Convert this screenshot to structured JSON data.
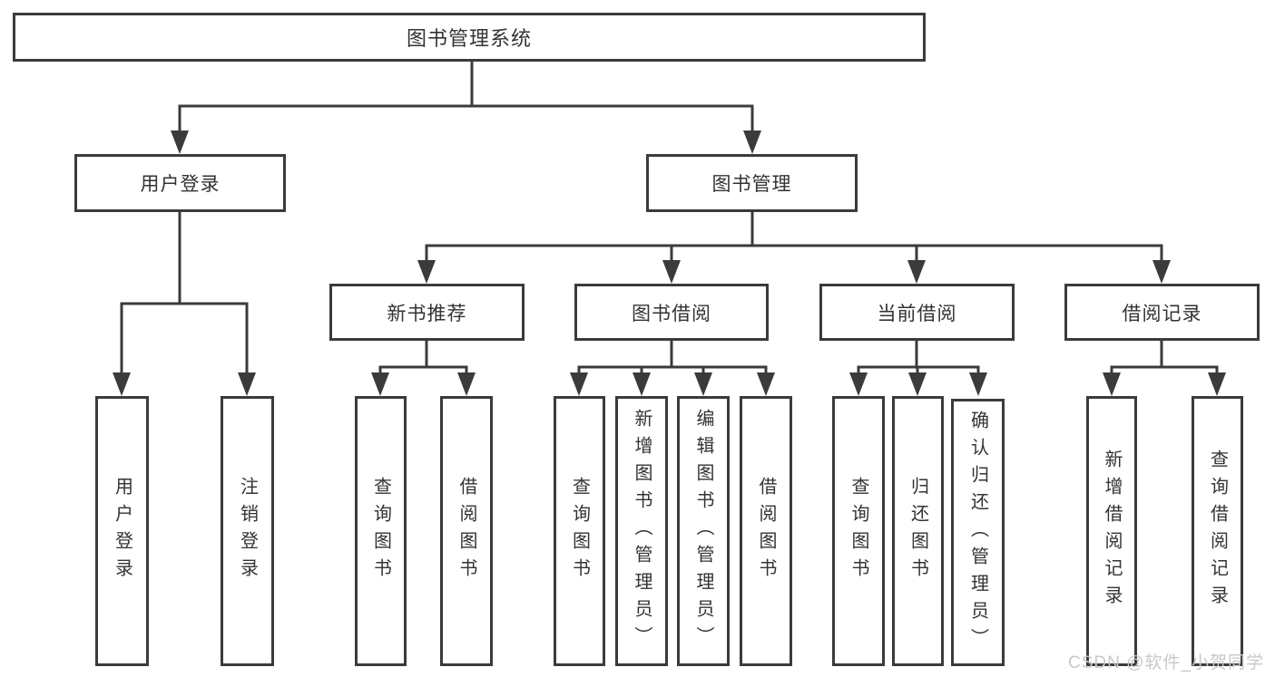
{
  "colors": {
    "line": "#3b3b3b",
    "text": "#333333",
    "background": "#ffffff",
    "watermark": "#c8c8c8"
  },
  "watermark": "CSDN @软件_小贺同学",
  "nodes": {
    "root": "图书管理系统",
    "user_login": "用户登录",
    "book_management": "图书管理",
    "new_book_recommend": "新书推荐",
    "book_borrowing": "图书借阅",
    "current_borrowing": "当前借阅",
    "borrowing_records": "借阅记录",
    "leaves": {
      "user_login_login": "用户登录",
      "user_login_logout": "注销登录",
      "recommend_query_books": "查询图书",
      "recommend_borrow_books": "借阅图书",
      "borrowing_query_books": "查询图书",
      "borrowing_add_books_admin": "新增图书（管理员）",
      "borrowing_edit_books_admin": "编辑图书（管理员）",
      "borrowing_borrow_books": "借阅图书",
      "current_query_books": "查询图书",
      "current_return_books": "归还图书",
      "current_confirm_return_admin": "确认归还（管理员）",
      "records_add_record": "新增借阅记录",
      "records_query_record": "查询借阅记录"
    }
  }
}
